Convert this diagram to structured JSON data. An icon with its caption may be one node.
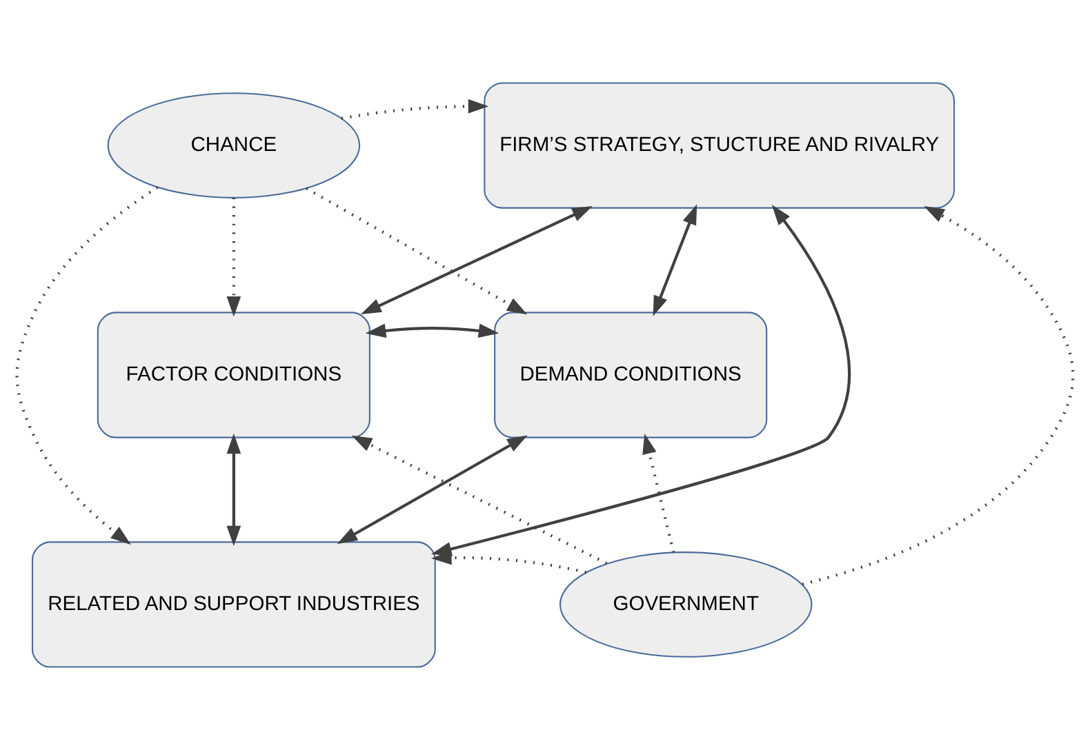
{
  "diagram": {
    "nodes": [
      {
        "text": [
          "CHANCE"
        ]
      },
      {
        "text": [
          "FIRM’S STRATEGY, STUCTURE AND RIVALRY"
        ]
      },
      {
        "text": [
          "FACTOR CONDITIONS"
        ]
      },
      {
        "text": [
          "DEMAND CONDITIONS"
        ]
      },
      {
        "text": [
          "RELATED AND SUPPORT INDUSTRIES"
        ]
      },
      {
        "text": [
          "GOVERNMENT"
        ]
      }
    ],
    "edges": [
      {
        "from": 1,
        "to": 3,
        "arrow": "both"
      },
      {
        "from": 1,
        "to": 2,
        "arrow": "both"
      },
      {
        "from": 2,
        "to": 3,
        "arrow": "both"
      },
      {
        "from": 1,
        "to": 4,
        "arrow": "both"
      },
      {
        "from": 2,
        "to": 4,
        "arrow": "both"
      },
      {
        "from": 4,
        "to": 3,
        "arrow": "both"
      },
      {
        "from": 0,
        "to": 1,
        "arrow": "to",
        "style": "dashed"
      },
      {
        "from": 0,
        "to": 2,
        "arrow": "to",
        "style": "dashed"
      },
      {
        "from": 0,
        "to": 4,
        "arrow": "to",
        "style": "dashed"
      },
      {
        "from": 0,
        "to": 3,
        "arrow": "to",
        "style": "dashed"
      },
      {
        "from": 5,
        "to": 3,
        "arrow": "to",
        "style": "dashed"
      },
      {
        "from": 5,
        "to": 4,
        "arrow": "to",
        "style": "dashed"
      },
      {
        "from": 5,
        "to": 2,
        "arrow": "to",
        "style": "dashed"
      },
      {
        "from": 5,
        "to": 1,
        "arrow": "to",
        "style": "dashed"
      }
    ]
  }
}
